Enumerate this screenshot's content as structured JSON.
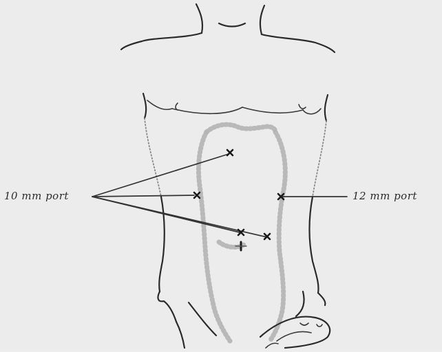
{
  "labels": {
    "left_port": "10 mm port",
    "right_port": "12 mm port"
  },
  "colors": {
    "background": "#ececec",
    "ink": "#2a2a2a",
    "shading": "#b4b4b4"
  },
  "ports": [
    {
      "id": "upper-left-port",
      "size": "10 mm"
    },
    {
      "id": "left-port",
      "size": "10 mm"
    },
    {
      "id": "lower-left-port",
      "size": "10 mm"
    },
    {
      "id": "right-port",
      "size": "12 mm"
    },
    {
      "id": "lower-right-port",
      "size": "10 mm"
    }
  ]
}
